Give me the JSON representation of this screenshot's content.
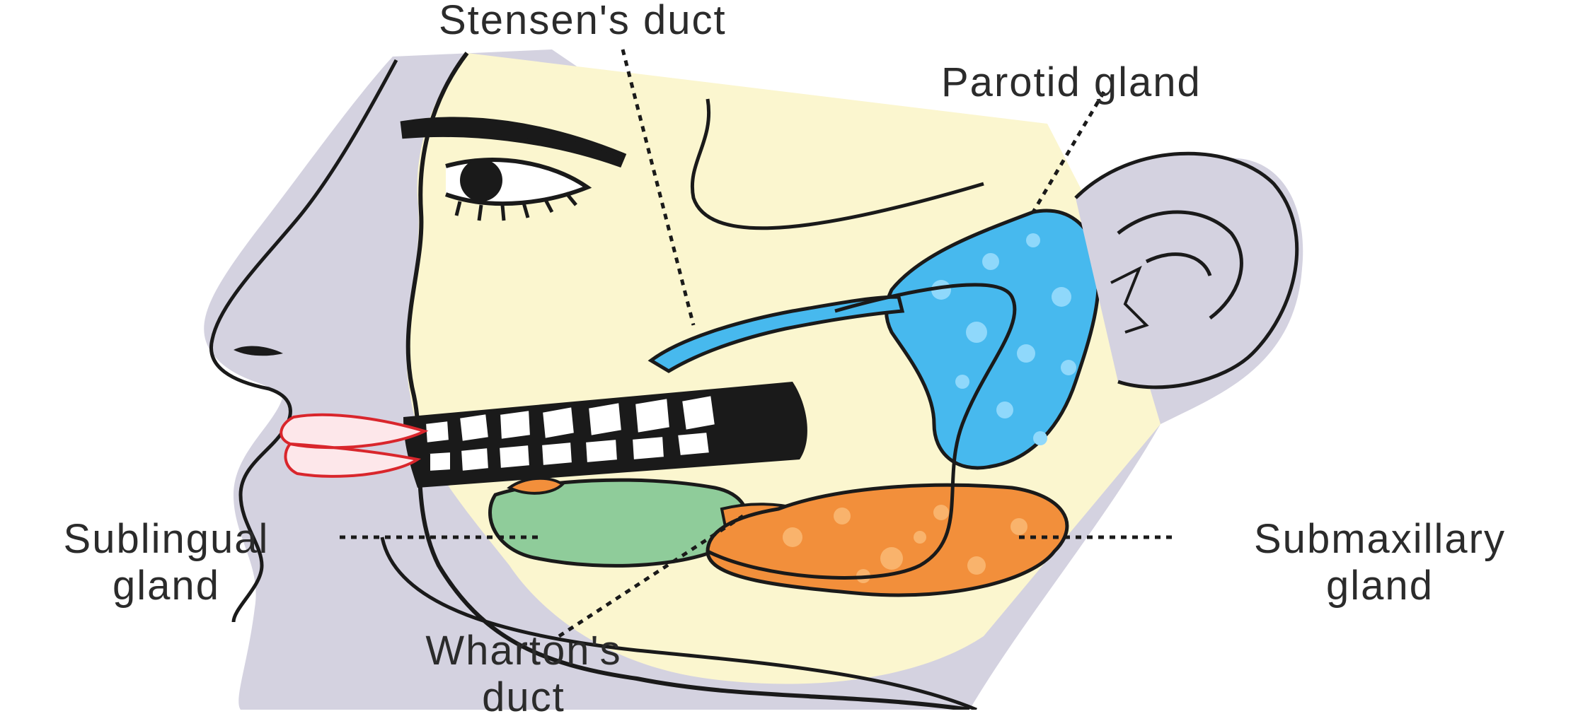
{
  "labels": {
    "stensens_duct": "Stensen's duct",
    "parotid_gland": "Parotid gland",
    "sublingual_line1": "Sublingual",
    "sublingual_line2": "gland",
    "submaxillary_line1": "Submaxillary",
    "submaxillary_line2": "gland",
    "whartons_line1": "Wharton's",
    "whartons_line2": "duct"
  },
  "colors": {
    "skin": "#fbf6cf",
    "outline_gray": "#d4d2e0",
    "parotid": "#47b9ee",
    "parotid_spots": "#8fd8fb",
    "submaxillary": "#f28f3b",
    "submaxillary_spots": "#f9b36c",
    "sublingual": "#8fcc9a",
    "lips": "#d9262c",
    "mouth": "#1a1a1a",
    "stroke": "#1a1a1a"
  }
}
